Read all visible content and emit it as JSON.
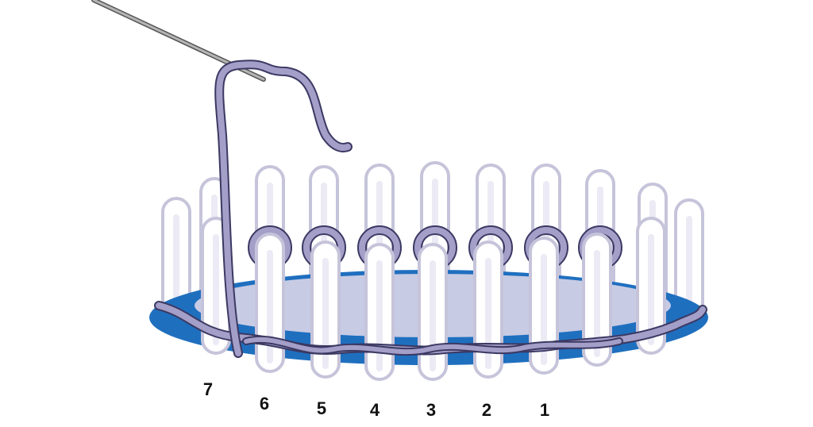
{
  "peg_labels": [
    "7",
    "6",
    "5",
    "4",
    "3",
    "2",
    "1"
  ],
  "colors": {
    "loom": "#1f6fbf",
    "peg_fill": "#ffffff",
    "peg_outline": "#c6c4da",
    "yarn": "#a49fc8",
    "yarn_outline": "#3b3963",
    "inner_yarn": "#d9d5e8",
    "needle": "#9a9a9a"
  }
}
